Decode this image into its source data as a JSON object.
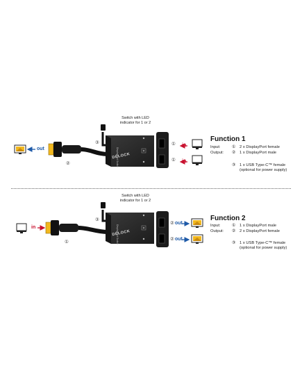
{
  "section1": {
    "caption_line1": "Switch with LED",
    "caption_line2": "indicator for 1 or 2",
    "brand": "DELOCK",
    "device_text": "DisplayPort Switch",
    "function_title": "Function  1",
    "input_label": "Input:",
    "input_num": "①",
    "input_value": "2 x DisplayPort female",
    "output_label": "Output:",
    "output_num": "②",
    "output_value": "1 x DisplayPort male",
    "power_num": "③",
    "power_value": "1 x USB Type-C™ female",
    "power_note": "(optional for power supply)",
    "left_arrow_label": "out",
    "right_arrow_label_top": "in",
    "right_arrow_label_bottom": "in",
    "cable_num": "②",
    "usb_num": "③",
    "port_num_top": "①",
    "port_num_bottom": "①"
  },
  "section2": {
    "caption_line1": "Switch with LED",
    "caption_line2": "indicator for 1 or 2",
    "brand": "DELOCK",
    "device_text": "DisplayPort Switch",
    "function_title": "Function  2",
    "input_label": "Input:",
    "input_num": "①",
    "input_value": "1 x DisplayPort male",
    "output_label": "Output:",
    "output_num": "②",
    "output_value": "2 x DisplayPort female",
    "power_num": "③",
    "power_value": "1 x USB Type-C™ female",
    "power_note": "(optional for power supply)",
    "left_arrow_label": "in",
    "right_arrow_label_top": "out",
    "right_arrow_label_bottom": "out",
    "cable_num": "①",
    "usb_num": "③",
    "port_num_top": "②",
    "port_num_bottom": "②"
  },
  "colors": {
    "in_arrow": "#c8102e",
    "out_arrow": "#1e5aa8",
    "device": "#2b2b2b",
    "monitor_screen": "#f2b81e"
  }
}
